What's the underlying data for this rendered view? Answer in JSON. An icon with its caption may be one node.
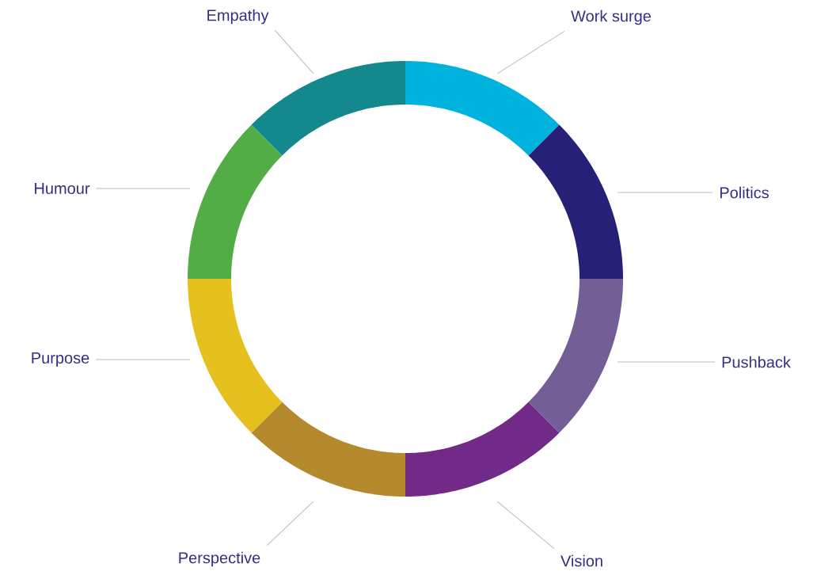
{
  "diagram": {
    "nodes": [
      {
        "text": [
          "Empathy"
        ]
      },
      {
        "text": [
          "Work surge"
        ]
      },
      {
        "text": [
          "Humour"
        ]
      },
      {
        "text": [
          "Politics"
        ]
      },
      {
        "text": [
          "Purpose"
        ]
      },
      {
        "text": [
          "Pushback"
        ]
      },
      {
        "text": [
          "Perspective"
        ]
      },
      {
        "text": [
          "Vision"
        ]
      },
      {
        "text": [],
        "shape": "band"
      },
      {
        "text": [],
        "shape": "band"
      },
      {
        "text": [],
        "shape": "band"
      },
      {
        "text": [],
        "shape": "band"
      },
      {
        "text": [],
        "shape": "band"
      },
      {
        "text": [],
        "shape": "band"
      },
      {
        "text": [],
        "shape": "band"
      },
      {
        "text": [],
        "shape": "band"
      }
    ],
    "edges": [
      {
        "from": 1,
        "to": 8,
        "arrow": "none"
      },
      {
        "from": 3,
        "to": 9,
        "arrow": "none"
      },
      {
        "from": 5,
        "to": 10,
        "arrow": "none"
      },
      {
        "from": 7,
        "to": 11,
        "arrow": "none"
      },
      {
        "from": 6,
        "to": 12,
        "arrow": "none"
      },
      {
        "from": 4,
        "to": 13,
        "arrow": "none"
      },
      {
        "from": 2,
        "to": 14,
        "arrow": "none"
      },
      {
        "from": 0,
        "to": 15,
        "arrow": "none"
      }
    ]
  }
}
